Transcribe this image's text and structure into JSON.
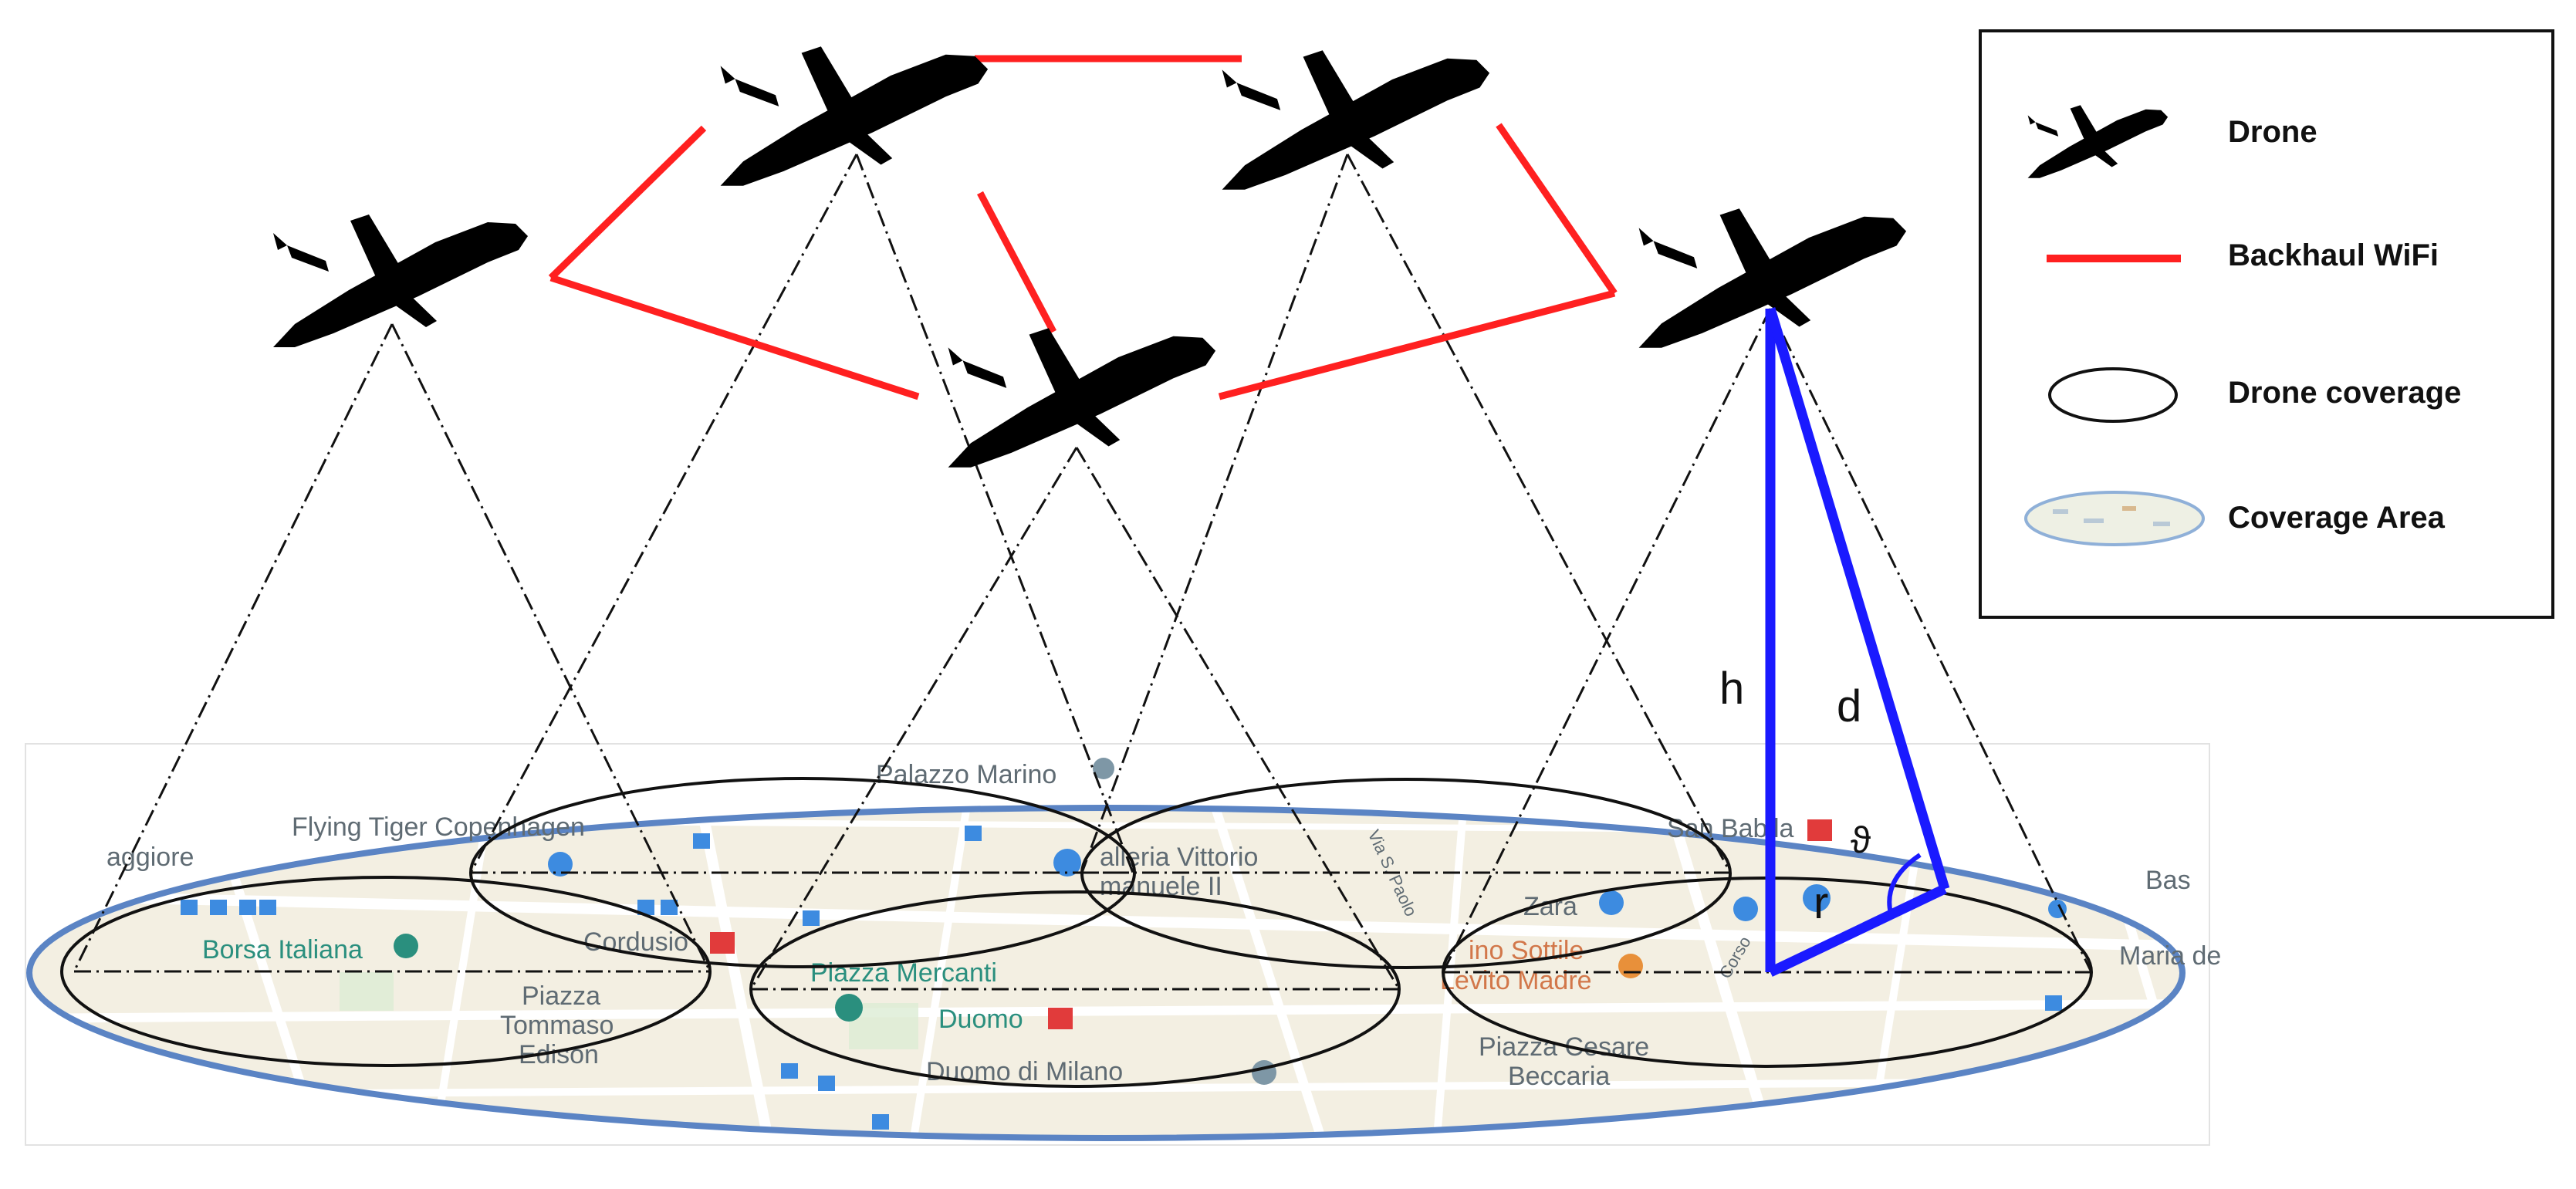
{
  "legend": {
    "drone_label": "Drone",
    "wifi_label": "Backhaul WiFi",
    "coverage_label": "Drone coverage",
    "area_label": "Coverage Area"
  },
  "geometry_labels": {
    "height": "h",
    "distance": "d",
    "radius": "r",
    "angle": "ϑ"
  },
  "map_labels": {
    "palazzo_marino": "Palazzo Marino",
    "flying_tiger": "Flying Tiger Copenhagen",
    "maggiore": "aggiore",
    "borsa": "Borsa Italiana",
    "cordusio": "Cordusio",
    "piazza_tommaso_1": "Piazza",
    "piazza_tommaso_2": "Tommaso",
    "piazza_tommaso_3": "Edison",
    "piazza_mercanti": "Piazza Mercanti",
    "duomo": "Duomo",
    "duomo_milano": "Duomo di Milano",
    "galleria_1": "alleria Vittorio",
    "galleria_2": "manuele II",
    "san_babila": "San Babila",
    "zara": "Zara",
    "sottile_1": "ino Sottile",
    "sottile_2": "Levito Madre",
    "piazza_cesare_1": "Piazza Cesare",
    "piazza_cesare_2": "Beccaria",
    "bas": "Bas",
    "maria": "Maria de",
    "via_s_paolo": "Via S. Paolo",
    "corso": "Corso"
  },
  "colors": {
    "wifi": "#ff2020",
    "geometry": "#1a1aff",
    "area_outline": "#5b84c4",
    "map_background": "#f3efe2"
  }
}
